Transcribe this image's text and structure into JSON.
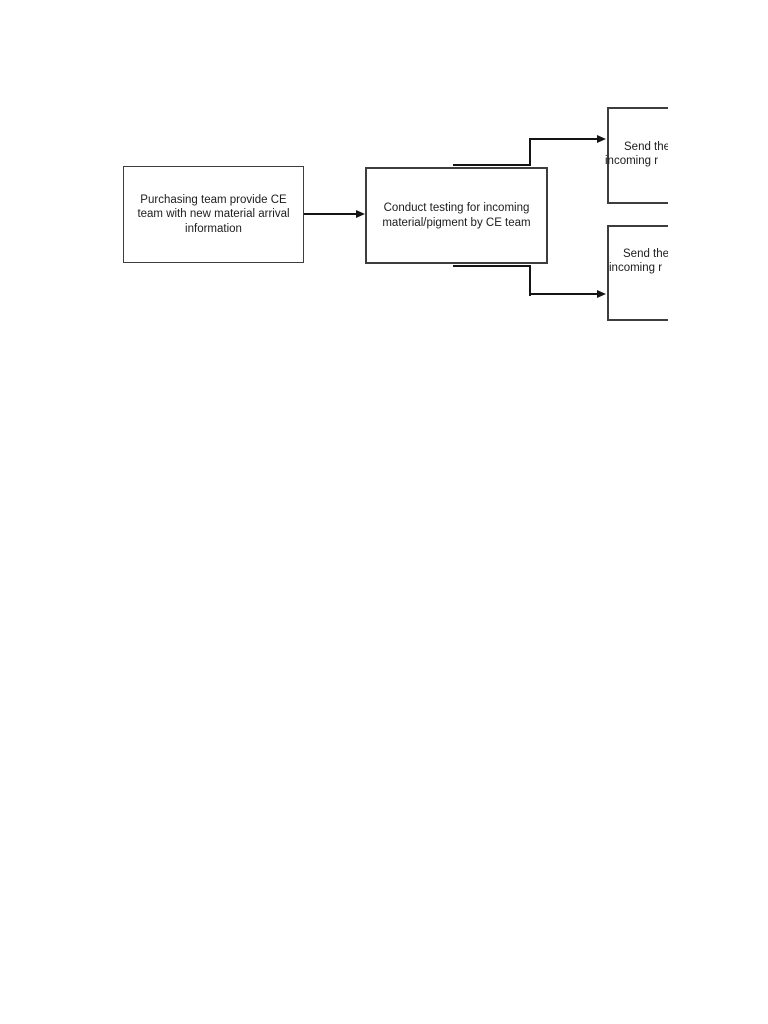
{
  "page": {
    "kind": "document-page-with-flowchart",
    "background": "#ffffff"
  },
  "colors": {
    "node_border": "#3d3d3d",
    "connector": "#141414",
    "text": "#1c1c1c",
    "node_fill": "#ffffff"
  },
  "flowchart": {
    "nodes": [
      {
        "id": "purchasing-info",
        "truncated": false,
        "full_text": "Purchasing team provide CE team with new material arrival information",
        "lines": [
          "Purchasing team provide CE",
          "team with new material arrival",
          "information"
        ]
      },
      {
        "id": "conduct-testing",
        "truncated": false,
        "full_text": "Conduct testing for incoming material/pigment by CE team",
        "lines": [
          "Conduct testing for incoming",
          "material/pigment by CE team"
        ]
      },
      {
        "id": "send-report-upper",
        "truncated": true,
        "lines": [
          "Send the",
          "incoming r"
        ]
      },
      {
        "id": "send-report-lower",
        "truncated": true,
        "lines": [
          "Send the",
          "incoming r"
        ]
      }
    ],
    "edges": [
      {
        "from": "purchasing-info",
        "to": "conduct-testing",
        "style": "straight-arrow"
      },
      {
        "from": "conduct-testing",
        "to": "send-report-upper",
        "style": "elbow-arrow"
      },
      {
        "from": "conduct-testing",
        "to": "send-report-lower",
        "style": "elbow-arrow"
      }
    ]
  }
}
